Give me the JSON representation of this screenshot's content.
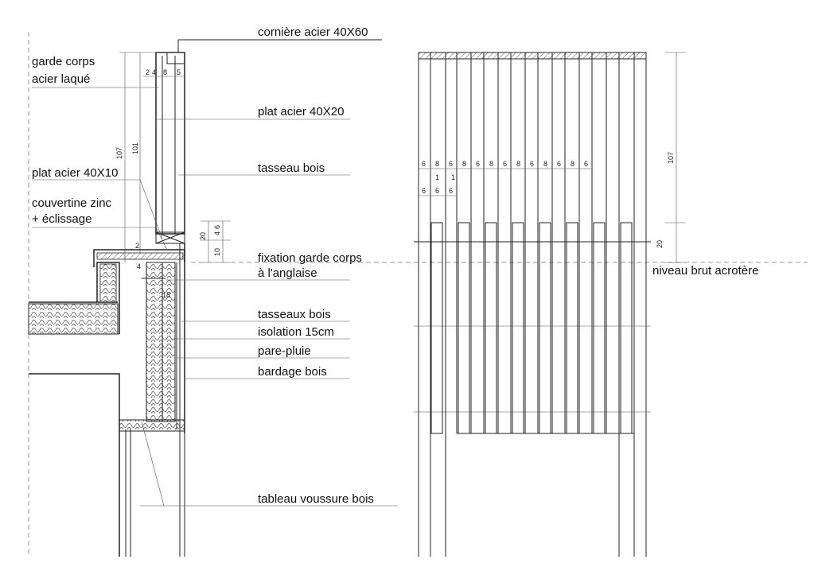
{
  "section_labels": {
    "corniere": "cornière acier 40X60",
    "garde_corps_1": "garde corps",
    "garde_corps_2": "acier laqué",
    "plat_40x20": "plat acier 40X20",
    "tasseau_bois": "tasseau bois",
    "plat_40x10": "plat acier 40X10",
    "couvertine_1": "couvertine zinc",
    "couvertine_2": "+ éclissage",
    "fixation_1": "fixation garde corps",
    "fixation_2": "à l'anglaise",
    "tasseaux_bois": "tasseaux bois",
    "isolation": "isolation 15cm",
    "pare_pluie": "pare-pluie",
    "bardage": "bardage bois",
    "tableau": "tableau voussure bois"
  },
  "section_dims": {
    "d2": "2",
    "d4": "4",
    "d8": "8",
    "d5": "5",
    "h107": "107",
    "h101": "101",
    "d20": "20",
    "d4b": "4",
    "d6": "6",
    "d10": "10",
    "d2b": "2",
    "d4c": "4",
    "d18": "18"
  },
  "elevation": {
    "level_label": "niveau brut acrotère",
    "h107": "107",
    "h20": "20",
    "top_row": [
      "6",
      "8",
      "6",
      "8",
      "6",
      "8",
      "6",
      "8",
      "6",
      "8",
      "6",
      "8",
      "6"
    ],
    "small_row": [
      "6",
      "6",
      "6"
    ],
    "small_ones": [
      "1",
      "1"
    ]
  },
  "colors": {
    "ink": "#222222",
    "dash": "#9a9a9a"
  }
}
